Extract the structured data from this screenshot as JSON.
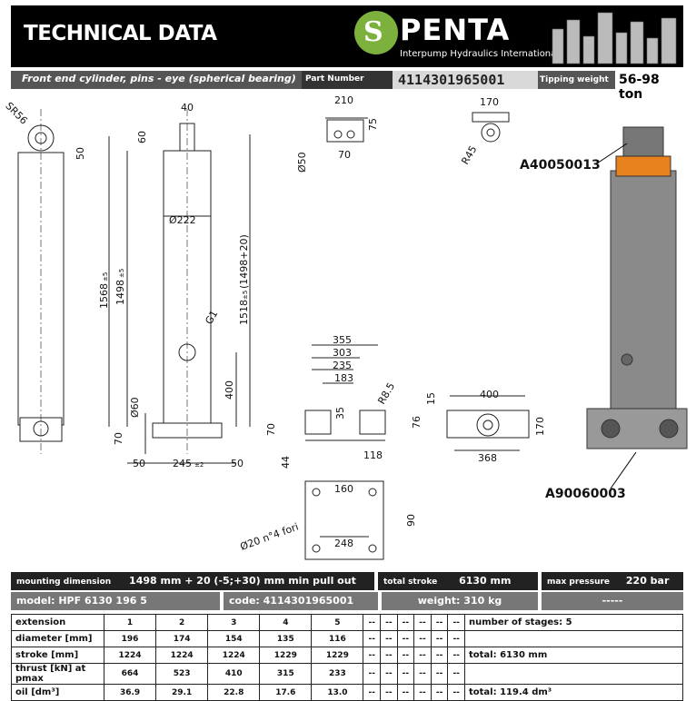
{
  "header": {
    "title": "TECHNICAL DATA",
    "brand": "PENTA",
    "brand_sub": "Interpump Hydraulics International"
  },
  "info_bar": {
    "description": "Front end cylinder, pins - eye (spherical bearing)",
    "part_number_label": "Part Number",
    "part_number": "4114301965001",
    "tipping_weight_label": "Tipping weight",
    "tipping_weight": "56-98 ton"
  },
  "drawing": {
    "dims": {
      "sr56": "SR56",
      "d40": "40",
      "d60": "60",
      "d50a": "50",
      "d222": "Ø222",
      "d1568": "1568",
      "tol1568": "±5",
      "d1498": "1498",
      "tol1498": "±5",
      "d1518": "1518",
      "tol1518": "±5",
      "d1518b": "(1498+20)",
      "g1": "G1",
      "d400": "400",
      "d60b": "Ø60",
      "d70": "70",
      "d50b": "50",
      "d245": "245",
      "tol245": "±2",
      "d50c": "50",
      "top_210": "210",
      "top_75": "75",
      "top_50": "Ø50",
      "top_70": "70",
      "top_170": "170",
      "top_r45": "R45",
      "b355": "355",
      "b303": "303",
      "b235": "235",
      "b183": "183",
      "b35": "35",
      "b70": "70",
      "b44": "44",
      "b885": "R8.5",
      "b118": "118",
      "c400": "400",
      "c15": "15",
      "c76": "76",
      "c170": "170",
      "c368": "368",
      "p160": "160",
      "p90": "90",
      "p248": "248",
      "p_holes": "Ø20 n°4 fori"
    },
    "callout_top": "A40050013",
    "callout_bottom": "A90060003"
  },
  "summary": {
    "mounting_label": "mounting dimension",
    "mounting_value": "1498 mm + 20 (-5;+30) mm min pull out",
    "stroke_label": "total stroke",
    "stroke_value": "6130 mm",
    "pressure_label": "max pressure",
    "pressure_value": "220 bar",
    "model": "model: HPF 6130 196 5",
    "code": "code: 4114301965001",
    "weight": "weight: 310 kg",
    "extra": "-----"
  },
  "table": {
    "rows": [
      {
        "label": "extension",
        "values": [
          "1",
          "2",
          "3",
          "4",
          "5",
          "--",
          "--",
          "--",
          "--",
          "--",
          "--"
        ],
        "right": "number of stages: 5"
      },
      {
        "label": "diameter [mm]",
        "values": [
          "196",
          "174",
          "154",
          "135",
          "116",
          "--",
          "--",
          "--",
          "--",
          "--",
          "--"
        ],
        "right": ""
      },
      {
        "label": "stroke [mm]",
        "values": [
          "1224",
          "1224",
          "1224",
          "1229",
          "1229",
          "--",
          "--",
          "--",
          "--",
          "--",
          "--"
        ],
        "right": "total: 6130 mm"
      },
      {
        "label": "thrust [kN] at pmax",
        "values": [
          "664",
          "523",
          "410",
          "315",
          "233",
          "--",
          "--",
          "--",
          "--",
          "--",
          "--"
        ],
        "right": ""
      },
      {
        "label": "oil [dm³]",
        "values": [
          "36.9",
          "29.1",
          "22.8",
          "17.6",
          "13.0",
          "--",
          "--",
          "--",
          "--",
          "--",
          "--"
        ],
        "right": "total: 119.4 dm³"
      }
    ]
  },
  "colors": {
    "cylinder_grey": "#8a8a8a",
    "collar_orange": "#e8821e",
    "header_bg": "#000000",
    "bar_bg": "#555555"
  }
}
